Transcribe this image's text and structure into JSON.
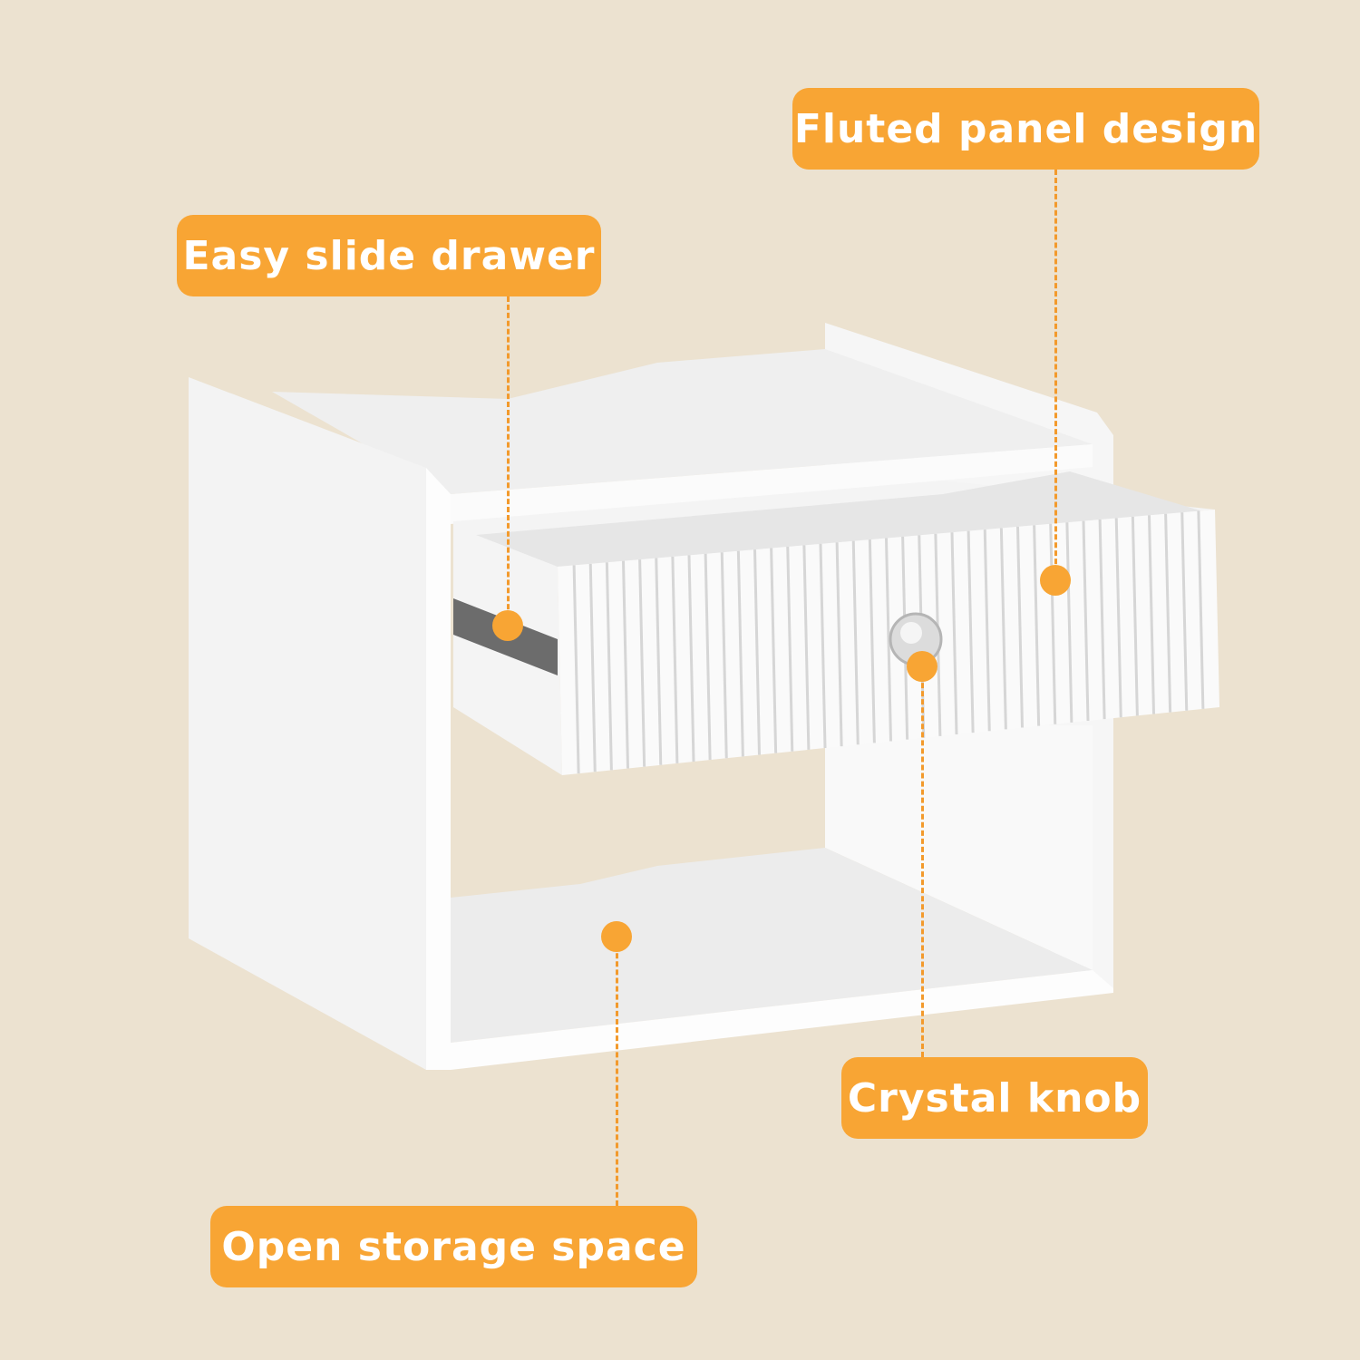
{
  "accent_color": "#f8a534",
  "background_color": "#ece2d0",
  "callouts": {
    "fluted": {
      "label": "Fluted panel design"
    },
    "drawer": {
      "label": "Easy slide drawer"
    },
    "knob": {
      "label": "Crystal knob"
    },
    "storage": {
      "label": "Open storage space"
    }
  }
}
